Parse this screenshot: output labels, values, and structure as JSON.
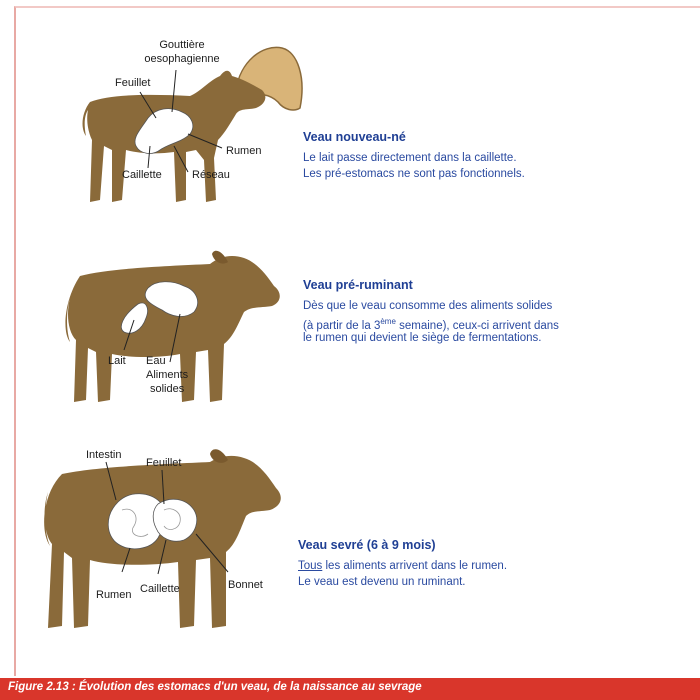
{
  "panels": [
    {
      "heading": "Veau nouveau-né",
      "lines": [
        "Le lait passe directement dans la caillette.",
        "Les pré-estomacs ne sont pas fonctionnels."
      ],
      "labels": {
        "gouttiere_1": "Gouttière",
        "gouttiere_2": "oesophagienne",
        "feuillet": "Feuillet",
        "rumen": "Rumen",
        "caillette": "Caillette",
        "reseau": "Réseau"
      }
    },
    {
      "heading": "Veau pré-ruminant",
      "line1": "Dès que le veau consomme des aliments solides",
      "line2_before": "(à partir de la 3",
      "line2_sup": "ème",
      "line2_after": " semaine), ceux-ci arrivent dans",
      "line3": "le rumen qui devient le siège de fermentations.",
      "labels": {
        "lait": "Lait",
        "eau": "Eau",
        "aliments": "Aliments",
        "solides": "solides"
      }
    },
    {
      "heading": "Veau sevré (6 à 9 mois)",
      "line1_underlined": "Tous",
      "line1_rest": " les aliments arrivent dans le rumen.",
      "line2": "Le veau est devenu un ruminant.",
      "labels": {
        "intestin": "Intestin",
        "feuillet": "Feuillet",
        "rumen": "Rumen",
        "caillette": "Caillette",
        "bonnet": "Bonnet"
      }
    }
  ],
  "caption": "Figure 2.13 : Évolution des estomacs d'un veau, de la naissance au sevrage",
  "colors": {
    "calf": "#8a6a3a",
    "udder": "#d9b478",
    "stomach": "#ffffff",
    "heading": "#1f3f94",
    "text": "#2a4aa0",
    "caption_bar": "#d9362b"
  }
}
